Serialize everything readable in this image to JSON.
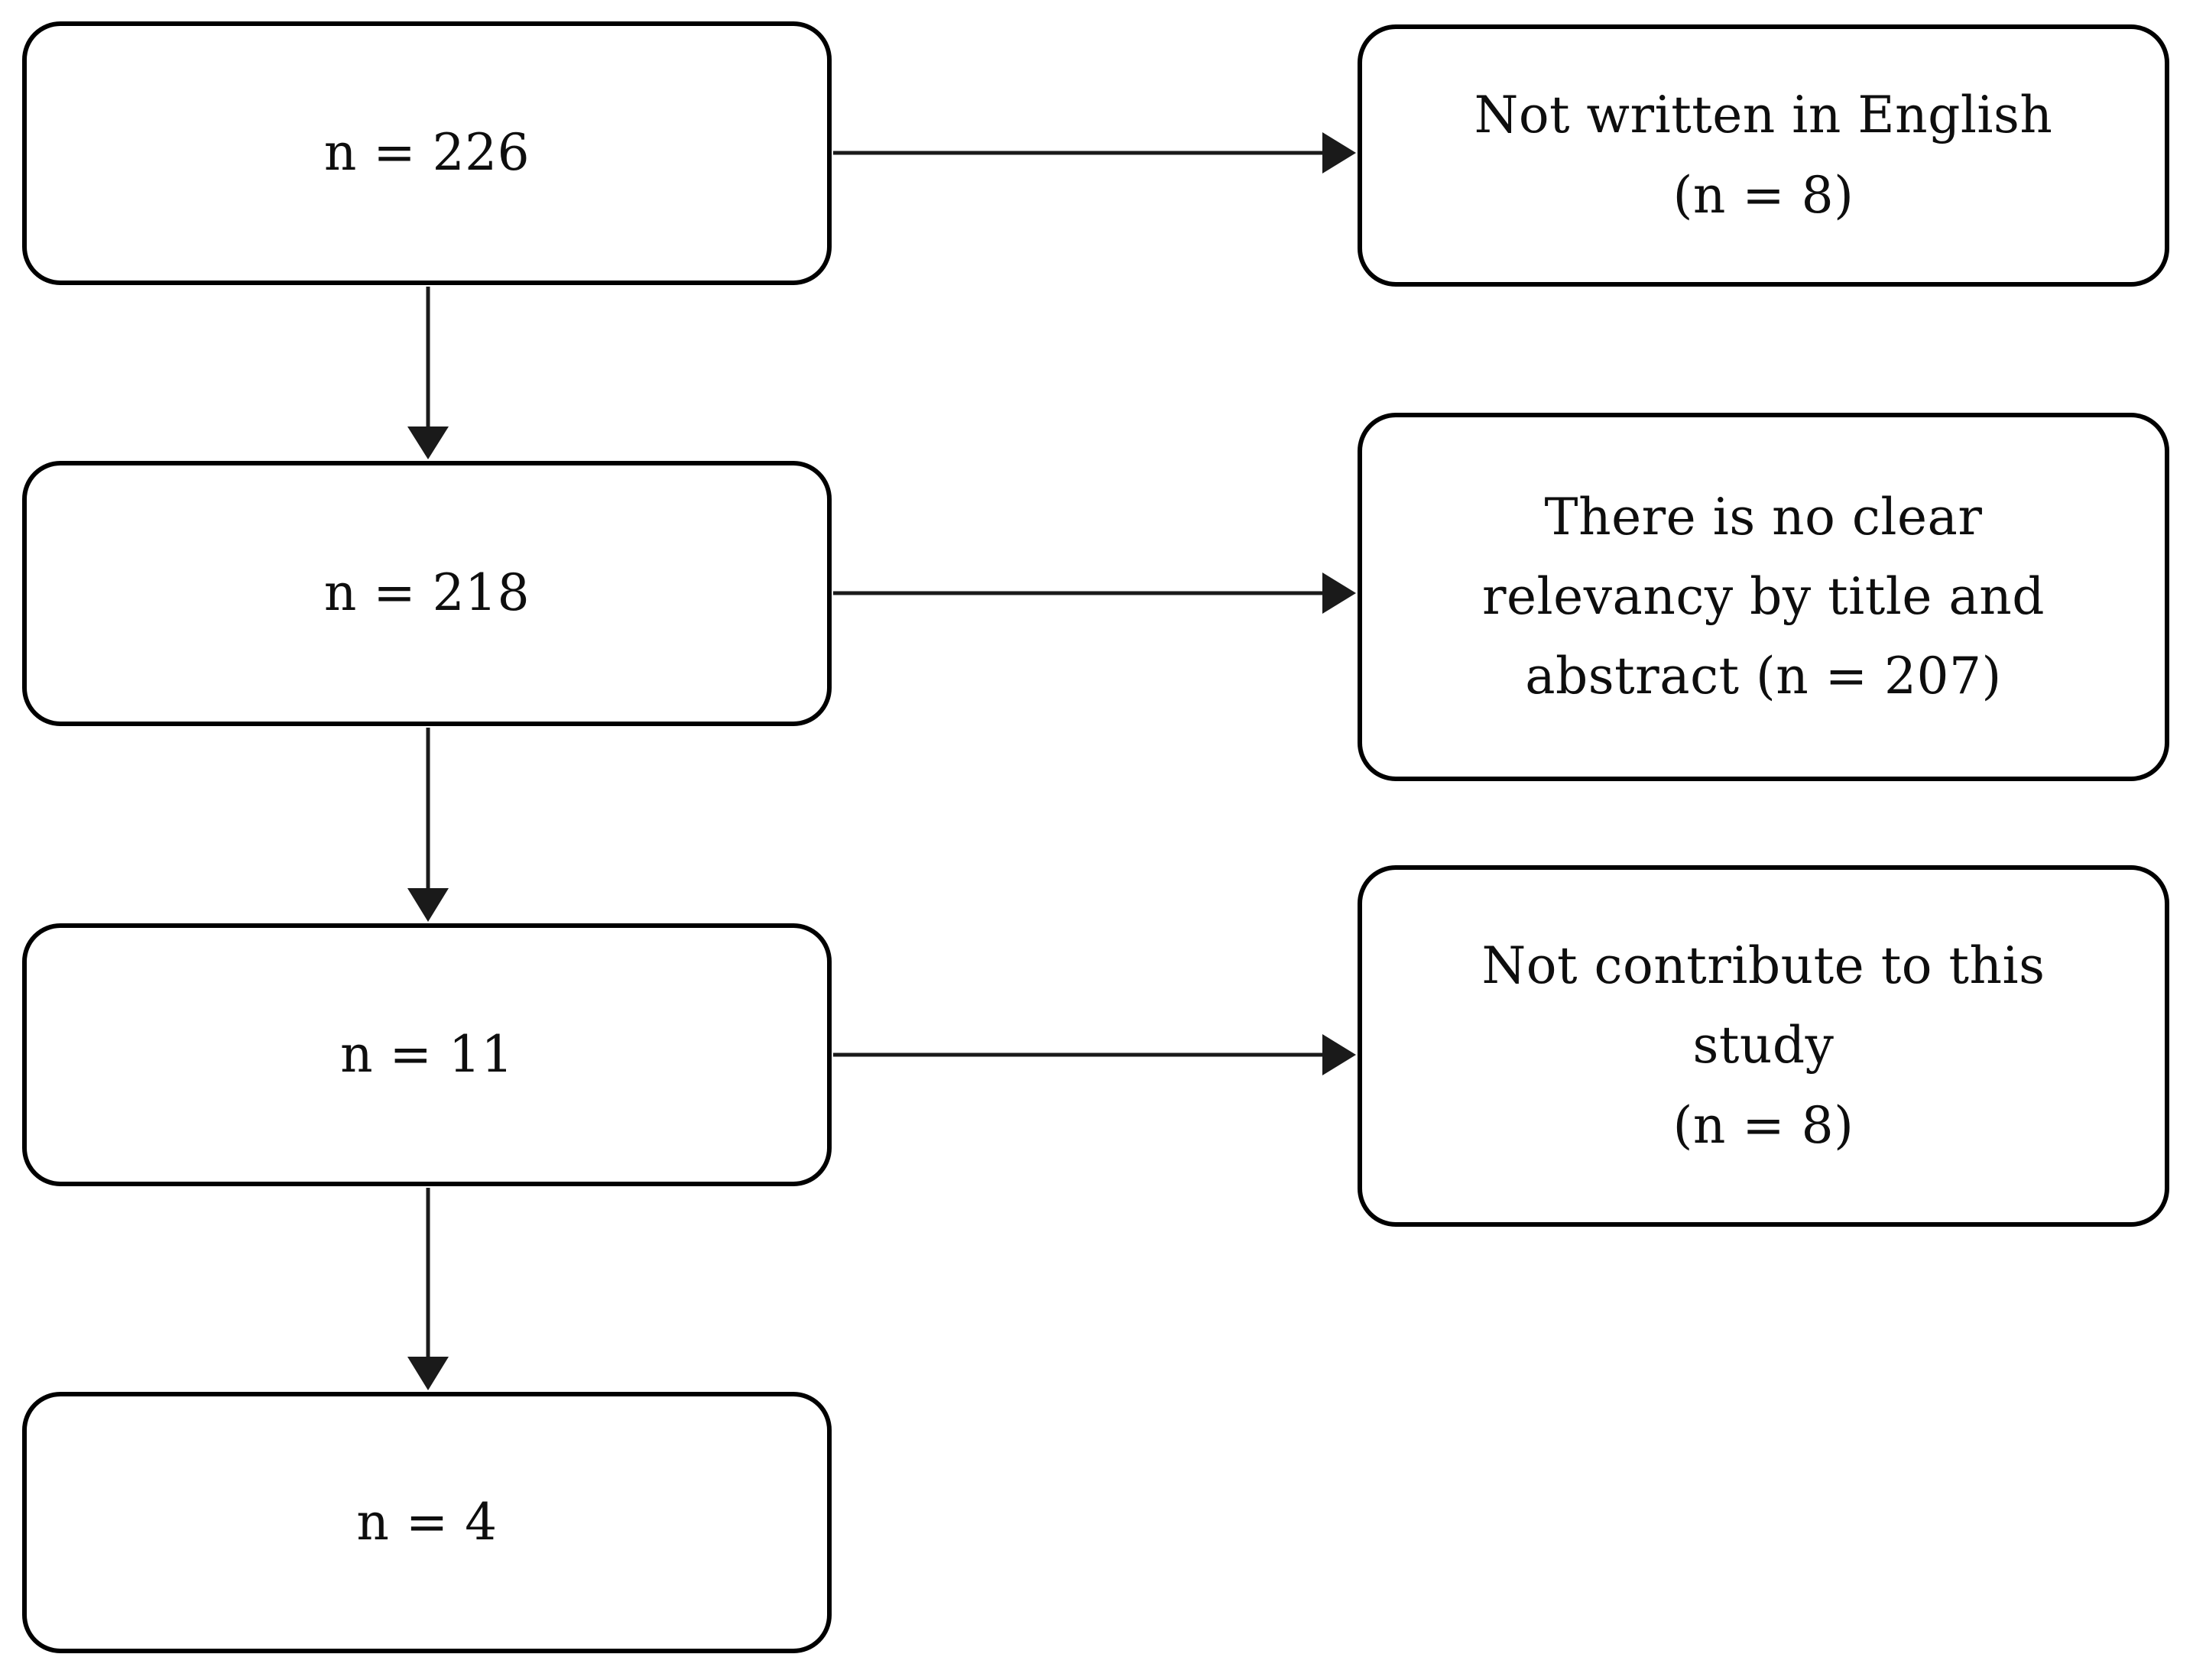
{
  "diagram": {
    "background": "#ffffff",
    "box_border_color": "#000000",
    "text_color": "#0e0e0e",
    "arrow_color": "#1a1a1a",
    "left_column": [
      {
        "label": "n = 226"
      },
      {
        "label": "n = 218"
      },
      {
        "label": "n = 11"
      },
      {
        "label": "n = 4"
      }
    ],
    "right_column": [
      {
        "label": "Not written in English\n(n = 8)"
      },
      {
        "label": "There is no clear\nrelevancy by title and\nabstract (n = 207)"
      },
      {
        "label": "Not contribute to this\nstudy\n(n = 8)"
      }
    ]
  }
}
